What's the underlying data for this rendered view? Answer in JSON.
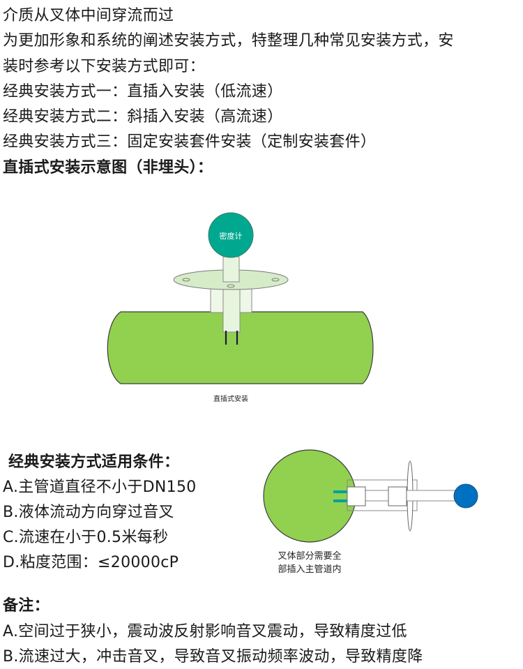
{
  "intro": {
    "line1": "介质从叉体中间穿流而过",
    "line2": "为更加形象和系统的阐述安装方式，特整理几种常见安装方式，安",
    "line3": "装时参考以下安装方式即可：",
    "method1": "经典安装方式一：直插入安装（低流速）",
    "method2": "经典安装方式二：斜插入安装（高流速）",
    "method3": "经典安装方式三：固定安装套件安装（定制安装套件）",
    "diagram_title": "直插式安装示意图（非埋头）："
  },
  "diagram1": {
    "meter_label": "密度计",
    "caption": "直插式安装"
  },
  "conditions": {
    "title": "经典安装方式适用条件：",
    "items": [
      "A.主管道直径不小于DN150",
      "B.液体流动方向穿过音叉",
      "C.流速在小于0.5米每秒",
      "D.粘度范围：≤20000cP"
    ]
  },
  "diagram2": {
    "caption_line1": "叉体部分需要全",
    "caption_line2": "部插入主管道内"
  },
  "notes": {
    "title": "备注：",
    "items": [
      "A.空间过于狭小，震动波反射影响音叉震动，导致精度过低",
      "B.流速过大，冲击音叉，导致音叉振动频率波动，导致精度降"
    ]
  },
  "colors": {
    "pipe_green": "#92d050",
    "meter_teal": "#00a88f",
    "flange_light": "#d6ecc8",
    "stem_light": "#e8f5de",
    "probe_blue": "#0070c0",
    "tine_teal": "#00a0a0"
  }
}
